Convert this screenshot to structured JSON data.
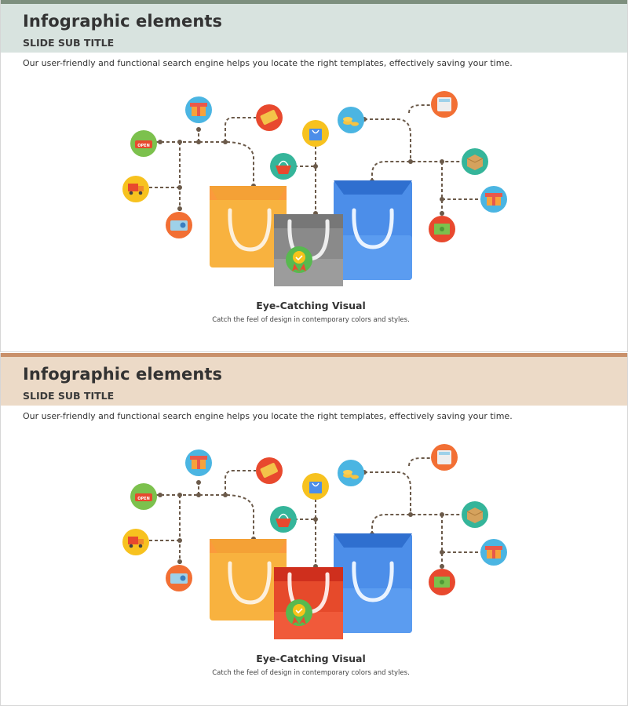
{
  "slides": [
    {
      "title": "Infographic elements",
      "subtitle": "SLIDE SUB TITLE",
      "description": "Our user-friendly and functional search engine helps you locate the right templates, effectively saving your time.",
      "caption_title": "Eye-Catching Visual",
      "caption_text": "Catch the feel of design in contemporary colors and styles.",
      "colors": {
        "topbar": "#7d8f7e",
        "header": "#d8e3df",
        "center_bag": "#8a8a8a",
        "center_bag_light": "#9c9c9c"
      }
    },
    {
      "title": "Infographic elements",
      "subtitle": "SLIDE SUB TITLE",
      "description": "Our user-friendly and functional search engine helps you locate the right templates, effectively saving your time.",
      "caption_title": "Eye-Catching Visual",
      "caption_text": "Catch the feel of design in contemporary colors and styles.",
      "colors": {
        "topbar": "#c9906a",
        "header": "#ecdac7",
        "center_bag": "#e64a2b",
        "center_bag_light": "#f05a3a"
      }
    }
  ],
  "badge_text": "OPEN",
  "icons": [
    "gift-icon",
    "ticket-icon",
    "open-sign-icon",
    "delivery-truck-icon",
    "radio-icon",
    "shopping-basket-icon",
    "shopping-bag-icon",
    "coins-icon",
    "calculator-icon",
    "package-box-icon",
    "gift-box-icon",
    "money-icon",
    "award-badge-icon"
  ]
}
